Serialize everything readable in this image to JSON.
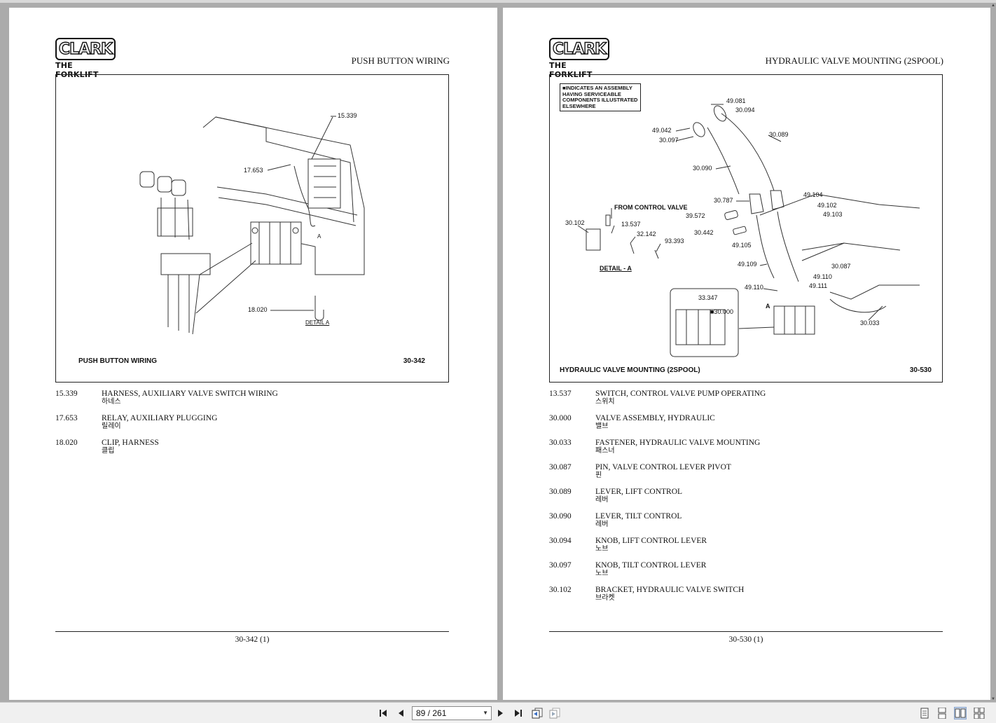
{
  "viewer": {
    "left_page": {
      "brand": {
        "logo": "CLARK",
        "tagline": "THE FORKLIFT"
      },
      "header": "PUSH BUTTON WIRING",
      "figure": {
        "caption": "PUSH BUTTON WIRING",
        "number": "30-342",
        "callouts": [
          "15.339",
          "17.653",
          "18.020",
          "A"
        ],
        "detail_label": "DETAIL A"
      },
      "parts": [
        {
          "num": "15.339",
          "desc": "HARNESS, AUXILIARY VALVE SWITCH WIRING",
          "ko": "하네스"
        },
        {
          "num": "17.653",
          "desc": "RELAY, AUXILIARY PLUGGING",
          "ko": "릴레이"
        },
        {
          "num": "18.020",
          "desc": "CLIP, HARNESS",
          "ko": "클립"
        }
      ],
      "footer": "30-342 (1)"
    },
    "right_page": {
      "brand": {
        "logo": "CLARK",
        "tagline": "THE FORKLIFT"
      },
      "header": "HYDRAULIC VALVE MOUNTING (2SPOOL)",
      "figure": {
        "caption": "HYDRAULIC VALVE MOUNTING (2SPOOL)",
        "number": "30-530",
        "note": "■INDICATES AN ASSEMBLY HAVING SERVICEABLE COMPONENTS ILLUSTRATED ELSEWHERE",
        "from_label": "FROM CONTROL VALVE",
        "detail_label": "DETAIL - A",
        "callouts": [
          "49.081",
          "30.094",
          "49.042",
          "30.097",
          "30.089",
          "30.090",
          "30.787",
          "49.104",
          "49.102",
          "49.103",
          "39.572",
          "30.442",
          "49.105",
          "30.102",
          "13.537",
          "32.142",
          "93.393",
          "49.109",
          "30.087",
          "49.110",
          "49.111",
          "49.110",
          "33.347",
          "■30.000",
          "A",
          "30.033"
        ]
      },
      "parts": [
        {
          "num": "13.537",
          "desc": "SWITCH, CONTROL VALVE PUMP OPERATING",
          "ko": "스위치"
        },
        {
          "num": "30.000",
          "desc": "VALVE ASSEMBLY, HYDRAULIC",
          "ko": "밸브"
        },
        {
          "num": "30.033",
          "desc": "FASTENER, HYDRAULIC VALVE MOUNTING",
          "ko": "패스너"
        },
        {
          "num": "30.087",
          "desc": "PIN, VALVE CONTROL LEVER PIVOT",
          "ko": "핀"
        },
        {
          "num": "30.089",
          "desc": "LEVER, LIFT CONTROL",
          "ko": "레버"
        },
        {
          "num": "30.090",
          "desc": "LEVER, TILT CONTROL",
          "ko": "레버"
        },
        {
          "num": "30.094",
          "desc": "KNOB, LIFT CONTROL LEVER",
          "ko": "노브"
        },
        {
          "num": "30.097",
          "desc": "KNOB, TILT CONTROL LEVER",
          "ko": "노브"
        },
        {
          "num": "30.102",
          "desc": "BRACKET, HYDRAULIC VALVE SWITCH",
          "ko": "브라켓"
        }
      ],
      "footer": "30-530 (1)"
    }
  },
  "toolbar": {
    "page_indicator": "89 / 261",
    "icons": [
      "first-page-icon",
      "prev-page-icon",
      "next-page-icon",
      "last-page-icon",
      "prev-view-icon",
      "next-view-icon",
      "single-page-icon",
      "continuous-icon",
      "two-page-icon",
      "two-page-continuous-icon"
    ]
  }
}
